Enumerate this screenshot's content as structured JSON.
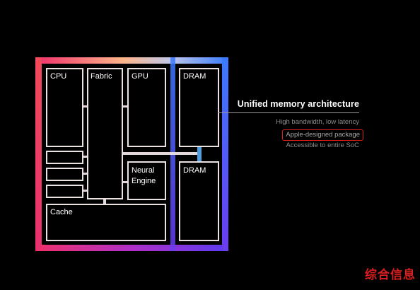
{
  "diagram": {
    "blocks": {
      "cpu": "CPU",
      "fabric": "Fabric",
      "gpu": "GPU",
      "dram_top": "DRAM",
      "dram_bottom": "DRAM",
      "neural_line1": "Neural",
      "neural_line2": "Engine",
      "cache": "Cache"
    },
    "colors": {
      "gradient_left": "#f0306a",
      "gradient_top_mid": "#ffb08a",
      "gradient_right": "#3b7bff",
      "gradient_bottom": "#8a2be2",
      "block_stroke": "#e8e0d8",
      "connector": "#4f9fe0"
    }
  },
  "info": {
    "title": "Unified memory architecture",
    "lines": [
      "High bandwidth, low latency",
      "Apple-designed package",
      "Accessible to entire SoC"
    ],
    "highlight_color": "#e0201f"
  },
  "watermark": "综合信息"
}
